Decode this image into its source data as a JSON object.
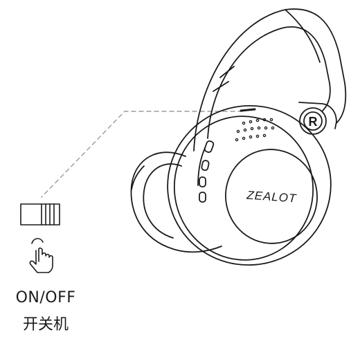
{
  "diagram": {
    "brand_mark": "ZEALOT",
    "side_letter": "R",
    "caption_en": "ON/OFF",
    "caption_zh": "开关机",
    "icons": [
      "power-switch-icon",
      "press-hand-icon",
      "headphones-illustration"
    ]
  },
  "colors": {
    "line": "#1a1a1a",
    "leader": "#9a9a9a",
    "background": "#ffffff"
  }
}
